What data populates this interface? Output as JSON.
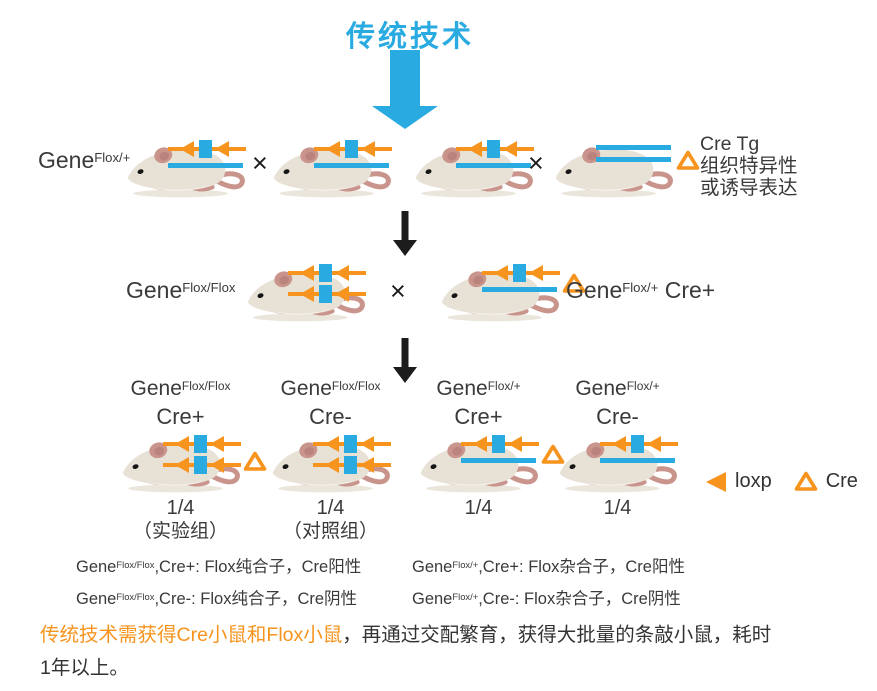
{
  "title": "传统技术",
  "symbols": {
    "cross": "×"
  },
  "colors": {
    "cyan": "#29ABE2",
    "orange": "#F7941E",
    "text": "#3A3A3A",
    "arrow_black": "#1C1C1C"
  },
  "row1": {
    "left_label": {
      "gene": "Gene",
      "sup": "Flox/+"
    },
    "cre_tg": {
      "line1": "Cre Tg",
      "line2": "组织特异性",
      "line3": "或诱导表达"
    }
  },
  "row2": {
    "left_label": {
      "gene": "Gene",
      "sup": "Flox/Flox"
    },
    "right_label": {
      "gene": "Gene",
      "sup": "Flox/+",
      "suffix": " Cre+"
    }
  },
  "row3": {
    "columns": [
      {
        "gene": "Gene",
        "sup": "Flox/Flox",
        "cre": "Cre+",
        "fraction": "1/4",
        "note": "（实验组）"
      },
      {
        "gene": "Gene",
        "sup": "Flox/Flox",
        "cre": "Cre-",
        "fraction": "1/4",
        "note": "（对照组）"
      },
      {
        "gene": "Gene",
        "sup": "Flox/+",
        "cre": "Cre+",
        "fraction": "1/4",
        "note": ""
      },
      {
        "gene": "Gene",
        "sup": "Flox/+",
        "cre": "Cre-",
        "fraction": "1/4",
        "note": ""
      }
    ]
  },
  "legend": {
    "loxp_label": "loxp",
    "cre_label": "Cre"
  },
  "genotype_notes": {
    "left": [
      {
        "gene": "Gene",
        "sup": "Flox/Flox",
        "rest": ",Cre+: Flox纯合子，Cre阳性"
      },
      {
        "gene": "Gene",
        "sup": "Flox/Flox",
        "rest": ",Cre-: Flox纯合子，Cre阴性"
      }
    ],
    "right": [
      {
        "gene": "Gene",
        "sup": "Flox/+",
        "rest": ",Cre+: Flox杂合子，Cre阳性"
      },
      {
        "gene": "Gene",
        "sup": "Flox/+",
        "rest": ",Cre-: Flox杂合子，Cre阴性"
      }
    ]
  },
  "footer": {
    "highlight": "传统技术需获得Cre小鼠和Flox小鼠",
    "rest": "，再通过交配繁育，获得大批量的条敲小鼠，耗时",
    "line2": "1年以上。"
  }
}
